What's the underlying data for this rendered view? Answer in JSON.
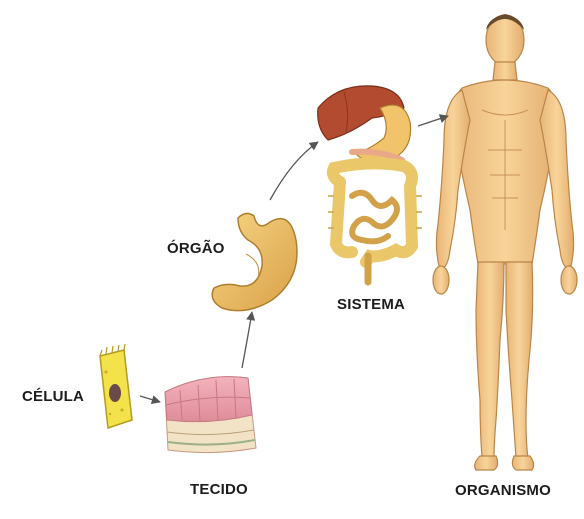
{
  "labels": {
    "cell": "CÉLULA",
    "tissue": "TECIDO",
    "organ": "ÓRGÃO",
    "system": "SISTEMA",
    "organism": "ORGANISMO"
  },
  "icons": {
    "cell": "cell-illustration",
    "tissue": "tissue-illustration",
    "organ": "stomach-illustration",
    "system": "digestive-system-illustration",
    "organism": "human-body-illustration"
  },
  "colors": {
    "cell_fill": "#f4e24a",
    "cell_nucleus": "#6b4a4a",
    "tissue_pink": "#e99aa6",
    "tissue_cream": "#f2e3c6",
    "stomach": "#f1c36a",
    "liver": "#b24b2f",
    "intestine": "#eac86a",
    "skin": "#f4c98a",
    "arrow": "#555555"
  }
}
